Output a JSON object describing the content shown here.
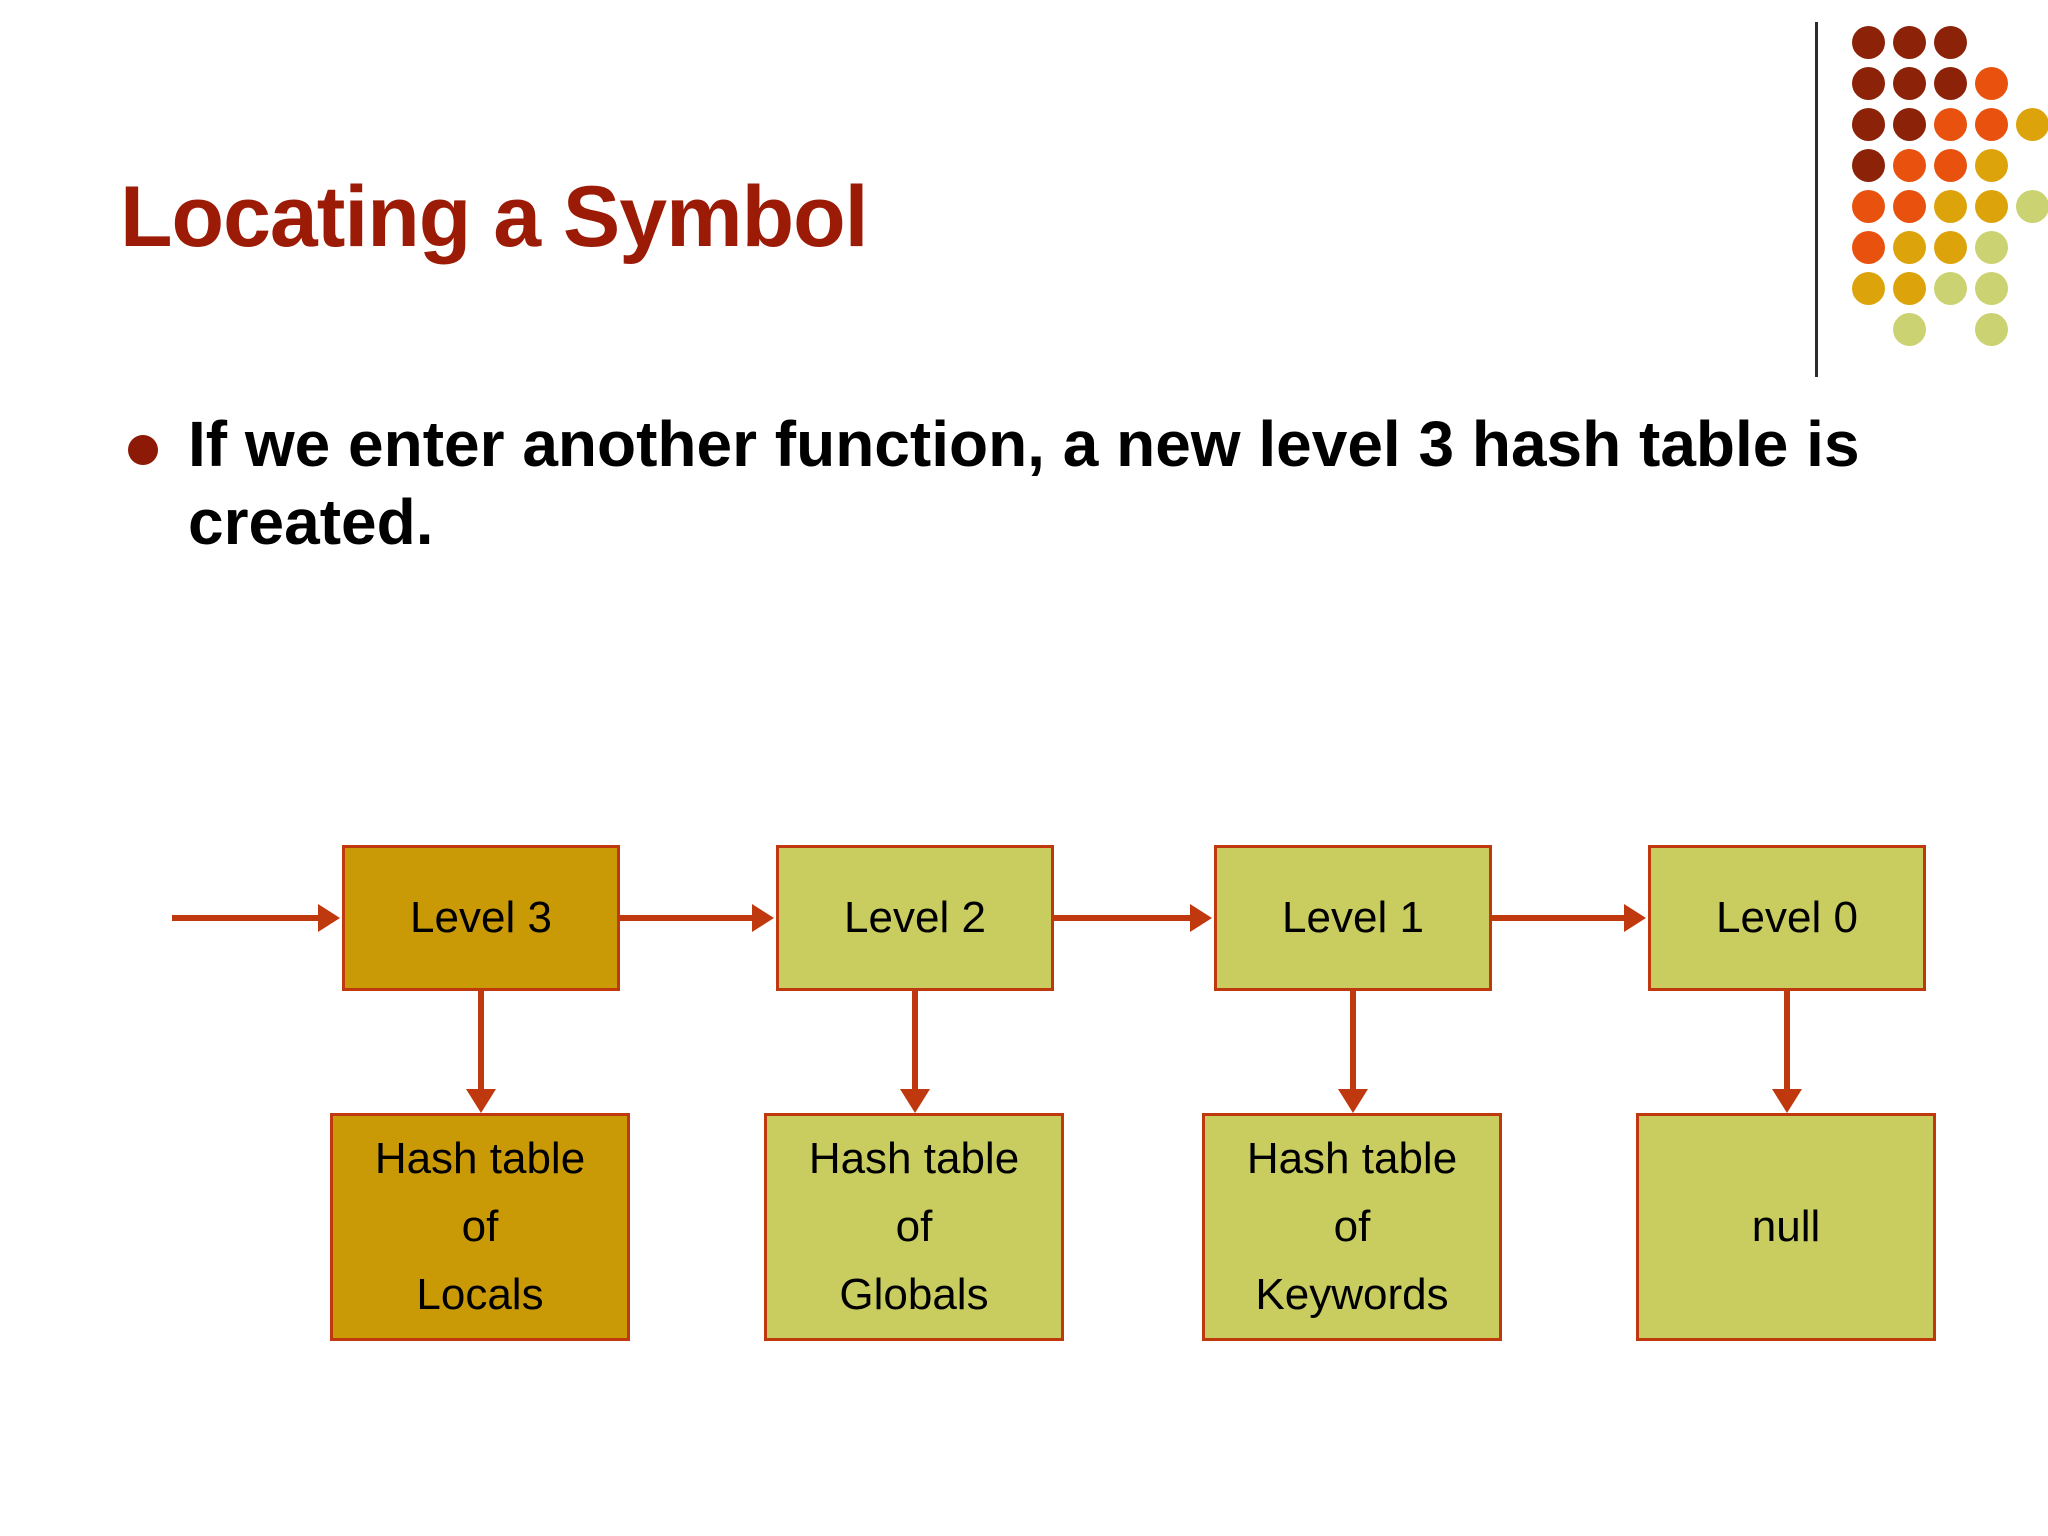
{
  "slide": {
    "title": "Locating a Symbol",
    "bullet": "If we enter another function, a new level 3 hash table is created."
  },
  "colors": {
    "title_red": "#9C1B07",
    "bullet_red": "#8C1A06",
    "connector_red": "#C0380E",
    "active_fill": "#C99A06",
    "inactive_fill": "#C9CC5E",
    "border": "#C0380E",
    "logo_rule": "#2b2b2b"
  },
  "logo": {
    "name": "dot-matrix-logo",
    "rows": [
      [
        "#8C2208",
        "#8C2208",
        "#8C2208"
      ],
      [
        "#8C2208",
        "#8C2208",
        "#8C2208",
        "#E8520E"
      ],
      [
        "#8C2208",
        "#8C2208",
        "#E8520E",
        "#E8520E",
        "#DCA40A"
      ],
      [
        "#8C2208",
        "#E8520E",
        "#E8520E",
        "#DCA40A"
      ],
      [
        "#E8520E",
        "#E8520E",
        "#DCA40A",
        "#DCA40A",
        "#CBD271"
      ],
      [
        "#E8520E",
        "#DCA40A",
        "#DCA40A",
        "#CBD271"
      ],
      [
        "#DCA40A",
        "#DCA40A",
        "#CBD271",
        "#CBD271"
      ],
      [
        null,
        "#CBD271",
        null,
        "#CBD271"
      ]
    ]
  },
  "diagram": {
    "name": "scope-chain-diagram",
    "incoming_arrow": true,
    "levels": [
      {
        "label": "Level 3",
        "state": "active"
      },
      {
        "label": "Level 2",
        "state": "inactive"
      },
      {
        "label": "Level 1",
        "state": "inactive"
      },
      {
        "label": "Level 0",
        "state": "inactive"
      }
    ],
    "tables": [
      {
        "label": "Hash table\nof\nLocals",
        "state": "active"
      },
      {
        "label": "Hash table\nof\nGlobals",
        "state": "inactive"
      },
      {
        "label": "Hash table\nof\nKeywords",
        "state": "inactive"
      },
      {
        "label": "null",
        "state": "inactive"
      }
    ]
  },
  "chart_data": {
    "type": "diagram",
    "title": "Locating a Symbol",
    "nodes_top": [
      "Level 3",
      "Level 2",
      "Level 1",
      "Level 0"
    ],
    "nodes_bottom": [
      "Hash table of Locals",
      "Hash table of Globals",
      "Hash table of Keywords",
      "null"
    ],
    "edges": [
      "entry -> Level 3",
      "Level 3 -> Level 2",
      "Level 2 -> Level 1",
      "Level 1 -> Level 0",
      "Level 3 -> Hash table of Locals",
      "Level 2 -> Hash table of Globals",
      "Level 1 -> Hash table of Keywords",
      "Level 0 -> null"
    ],
    "highlighted": [
      "Level 3",
      "Hash table of Locals"
    ]
  }
}
